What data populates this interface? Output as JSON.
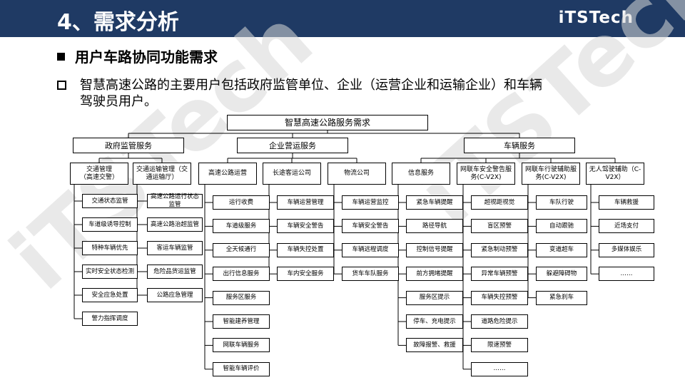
{
  "header": {
    "title": "4、需求分析",
    "logo": "iTSTech",
    "watermark": "iTSTech"
  },
  "section": {
    "heading": "用户车路协同功能需求",
    "line1": "智慧高速公路的主要用户包括政府监管单位、企业（运营企业和运输企业）和车辆",
    "line2": "驾驶员用户。"
  },
  "tree": {
    "root": "智慧高速公路服务需求",
    "branches": [
      {
        "label": "政府监管服务",
        "groups": [
          {
            "label": "交通管理\n（高速交警）",
            "items": [
              "交通状态监管",
              "车道级诱导控制",
              "特种车辆优先",
              "实时安全状态检测",
              "安全应急处置",
              "警力指挥调度"
            ]
          },
          {
            "label": "交通运输管理（交通运输厅）",
            "items": [
              "高速公路运行状态监管",
              "高速公路治超监管",
              "客运车辆监管",
              "危险品货运监管",
              "公路应急管理"
            ]
          }
        ]
      },
      {
        "label": "企业营运服务",
        "groups": [
          {
            "label": "高速公路运营",
            "items": [
              "运行收费",
              "车道级服务",
              "全天候通行",
              "出行信息服务",
              "服务区服务",
              "智能建养管理",
              "网联车辆服务",
              "智能车辆评价"
            ]
          },
          {
            "label": "长途客运公司",
            "items": [
              "车辆运营管理",
              "车辆安全警告",
              "车辆失控处置",
              "车内安全服务"
            ]
          },
          {
            "label": "物流公司",
            "items": [
              "车辆运营监控",
              "车辆安全警告",
              "车辆远程调度",
              "货车车队服务"
            ]
          }
        ]
      },
      {
        "label": "车辆服务",
        "groups": [
          {
            "label": "信息服务",
            "items": [
              "紧急车辆提醒",
              "路径导航",
              "控制信号提醒",
              "前方拥堵提醒",
              "服务区提示",
              "停车、充电提示",
              "故障报警、救援"
            ]
          },
          {
            "label": "网联车安全警告服务(C-V2X)",
            "items": [
              "超视距视觉",
              "盲区预警",
              "紧急制动预警",
              "异常车辆预警",
              "车辆失控预警",
              "道路危险提示",
              "限速预警",
              "……"
            ]
          },
          {
            "label": "网联车行驶辅助服务(C-V2X)",
            "items": [
              "车队行驶",
              "自动跟驰",
              "变道超车",
              "躲避障碍物",
              "紧急刹车"
            ]
          },
          {
            "label": "无人驾驶辅助（C-V2X）",
            "items": [
              "车辆救援",
              "近场支付",
              "多媒体娱乐",
              "……"
            ]
          }
        ]
      }
    ]
  }
}
